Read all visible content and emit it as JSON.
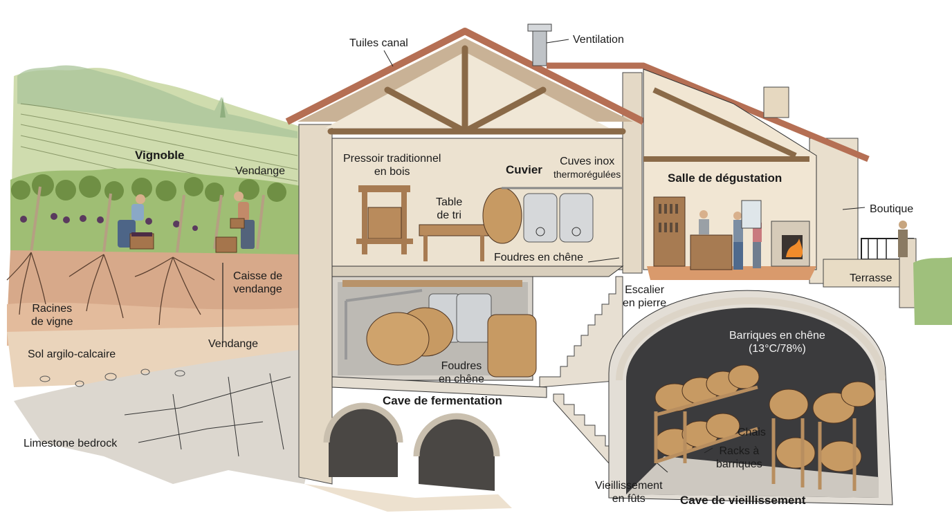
{
  "title": "Domaine viticole — coupe illustrée",
  "colors": {
    "roof_tile": "#c8765a",
    "stone_wall": "#e6dccb",
    "timber": "#9c7a55",
    "vineyard_green": "#b9cf8a",
    "soil": "#d9a886",
    "bedrock": "#d8d3ca",
    "cellar_dark": "#3b3b3d",
    "steel": "#d6d8da",
    "oak_barrel": "#c79a63",
    "tasting_wall": "#f1e6d3",
    "floor_terracotta": "#d99a6c"
  },
  "labels": {
    "tuiles": "Tuiles canal",
    "ventilation": "Ventilation",
    "vignoble": "Vignoble",
    "vendange_top": "Vendange",
    "pressoir_1": "Pressoir traditionnel",
    "pressoir_2": "en bois",
    "cuvier": "Cuvier",
    "cuves_1": "Cuves inox",
    "cuves_2": "thermorégulées",
    "table_1": "Table",
    "table_2": "de tri",
    "foudres_top": "Foudres en chêne",
    "salle": "Salle de dégustation",
    "boutique": "Boutique",
    "terrasse": "Terrasse",
    "caisse_1": "Caisse de",
    "caisse_2": "vendange",
    "racines_1": "Racines",
    "racines_2": "de vigne",
    "vendange_bottom": "Vendange",
    "sol": "Sol argilo-calcaire",
    "bedrock": "Limestone bedrock",
    "escalier_1": "Escalier",
    "escalier_2": "en pierre",
    "foudres_cave_1": "Foudres",
    "foudres_cave_2": "en chêne",
    "cave_fermentation": "Cave de fermentation",
    "barriques_1": "Barriques en chêne",
    "barriques_2": "(13°C/78%)",
    "chais": "Chais",
    "racks_1": "Racks à",
    "racks_2": "barriques",
    "vieillissement_1": "Vieillissement",
    "vieillissement_2": "en fûts",
    "cave_vieillissement": "Cave de vieillissement"
  }
}
